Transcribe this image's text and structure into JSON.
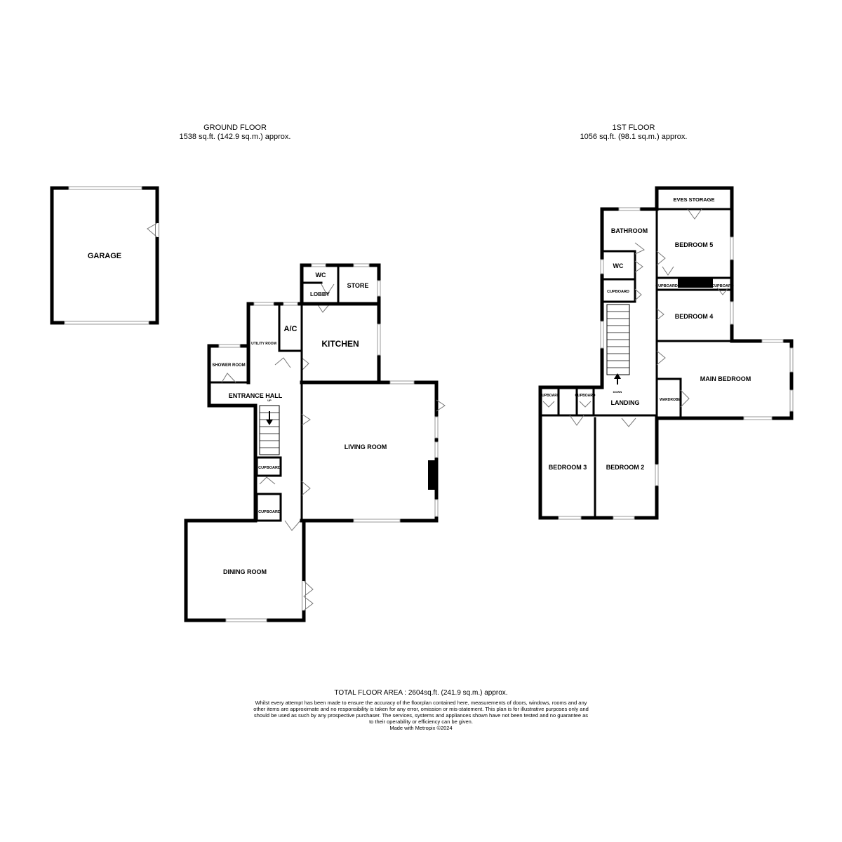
{
  "ground_floor": {
    "title": "GROUND FLOOR",
    "area": "1538 sq.ft. (142.9 sq.m.) approx.",
    "rooms": {
      "garage": "GARAGE",
      "wc": "WC",
      "lobby": "LOBBY",
      "store": "STORE",
      "utility": "UTILITY ROOM",
      "ac": "A/C",
      "kitchen": "KITCHEN",
      "shower": "SHOWER ROOM",
      "entrance": "ENTRANCE HALL",
      "living": "LIVING ROOM",
      "cupboard1": "CUPBOARD",
      "cupboard2": "CUPBOARD",
      "dining": "DINING ROOM",
      "stairs_up": "UP"
    }
  },
  "first_floor": {
    "title": "1ST FLOOR",
    "area": "1056 sq.ft. (98.1 sq.m.) approx.",
    "rooms": {
      "eves": "EVES STORAGE",
      "bathroom": "BATHROOM",
      "bedroom5": "BEDROOM 5",
      "wc": "WC",
      "cupboard": "CUPBOARD",
      "cupboard_b5_left": "CUPBOARD",
      "cupboard_b5_right": "CUPBOARD",
      "bedroom4": "BEDROOM 4",
      "main_bedroom": "MAIN BEDROOM",
      "wardrobe": "WARDROBE",
      "landing": "LANDING",
      "cupboard_l1": "CUPBOARD",
      "cupboard_l2": "CUPBOARD",
      "bedroom3": "BEDROOM 3",
      "bedroom2": "BEDROOM 2",
      "stairs_down": "DOWN"
    }
  },
  "footer": {
    "total": "TOTAL FLOOR AREA : 2604sq.ft. (241.9 sq.m.) approx.",
    "disclaimer": "Whilst every attempt has been made to ensure the accuracy of the floorplan contained here, measurements of doors, windows, rooms and any other items are approximate and no responsibility is taken for any error, omission or mis-statement. This plan is for illustrative purposes only and should be used as such by any prospective purchaser. The services, systems and appliances shown have not been tested and no guarantee as to their operability or efficiency can be given.",
    "made_with": "Made with Metropix ©2024"
  }
}
